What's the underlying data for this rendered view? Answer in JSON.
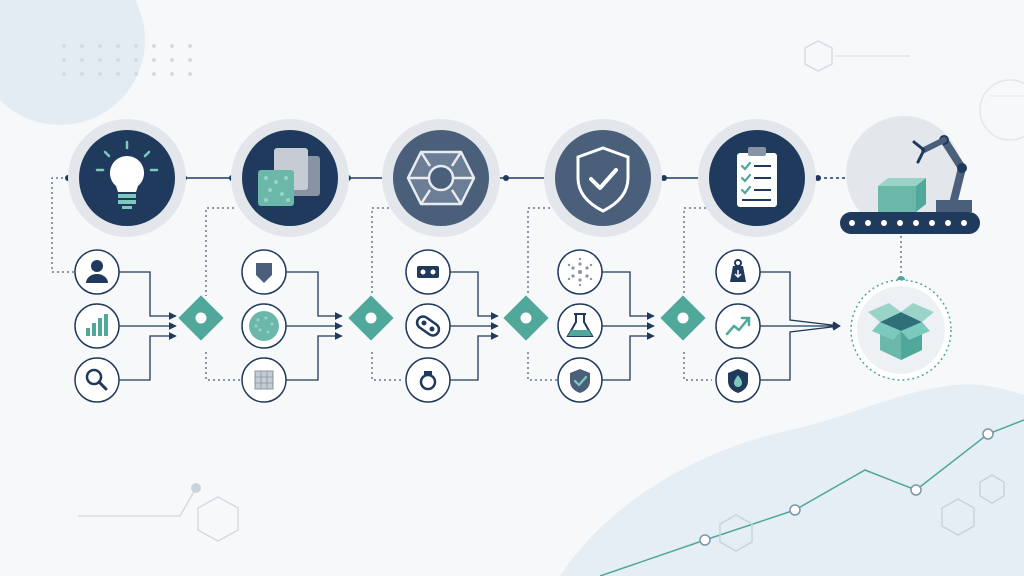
{
  "colors": {
    "navy": "#1f3a5c",
    "slate": "#4a5f7a",
    "teal": "#4fa89a",
    "teal_light": "#7ccabd",
    "ring": "#e3e7ec",
    "line": "#1f3a5c",
    "accent_bg": "#e3ecf3",
    "dots": "#d5dbe3"
  },
  "stages": [
    {
      "name": "ideation",
      "icon": "lightbulb-icon",
      "fill": "#1f3a5c"
    },
    {
      "name": "material-selection",
      "icon": "material-samples-icon",
      "fill": "#1f3a5c"
    },
    {
      "name": "part-design",
      "icon": "mechanical-part-icon",
      "fill": "#4a5f7a"
    },
    {
      "name": "quality-assurance",
      "icon": "shield-check-icon",
      "fill": "#4a5f7a"
    },
    {
      "name": "checklist-review",
      "icon": "clipboard-checklist-icon",
      "fill": "#1f3a5c"
    },
    {
      "name": "automated-production",
      "icon": "robot-arm-conveyor-icon",
      "fill": "none"
    }
  ],
  "sub_icon_groups": [
    [
      "user-icon",
      "bar-chart-icon",
      "magnifier-icon"
    ],
    [
      "shield-shape-icon",
      "texture-sample-icon",
      "mesh-grid-icon"
    ],
    [
      "mold-plate-icon",
      "bonding-pill-icon",
      "ring-seal-icon"
    ],
    [
      "radial-dots-icon",
      "flask-icon",
      "shield-small-icon"
    ],
    [
      "weight-icon",
      "trend-up-icon",
      "drop-shield-icon"
    ]
  ],
  "final_output": {
    "icon": "open-box-icon"
  }
}
